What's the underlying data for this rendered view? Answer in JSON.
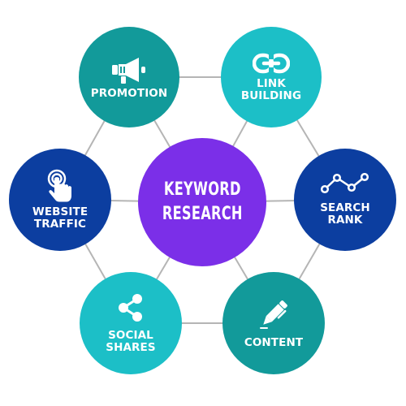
{
  "colors": {
    "background": "#ffffff",
    "connector": "#b5b5b5",
    "teal_dark": "#129a9a",
    "cyan": "#1cbfc7",
    "navy": "#0c3ea0",
    "center": "#7b2fe8",
    "text": "#ffffff"
  },
  "center": {
    "label": "KEYWORD\nRESEARCH"
  },
  "nodes": {
    "promotion": {
      "label": "PROMOTION",
      "icon": "megaphone-icon"
    },
    "link_building": {
      "label": "LINK\nBUILDING",
      "icon": "link-icon"
    },
    "website_traffic": {
      "label": "WEBSITE\nTRAFFIC",
      "icon": "touch-hand-icon"
    },
    "search_rank": {
      "label": "SEARCH\nRANK",
      "icon": "line-chart-icon"
    },
    "social_shares": {
      "label": "SOCIAL\nSHARES",
      "icon": "share-icon"
    },
    "content": {
      "label": "CONTENT",
      "icon": "pen-icon"
    }
  }
}
